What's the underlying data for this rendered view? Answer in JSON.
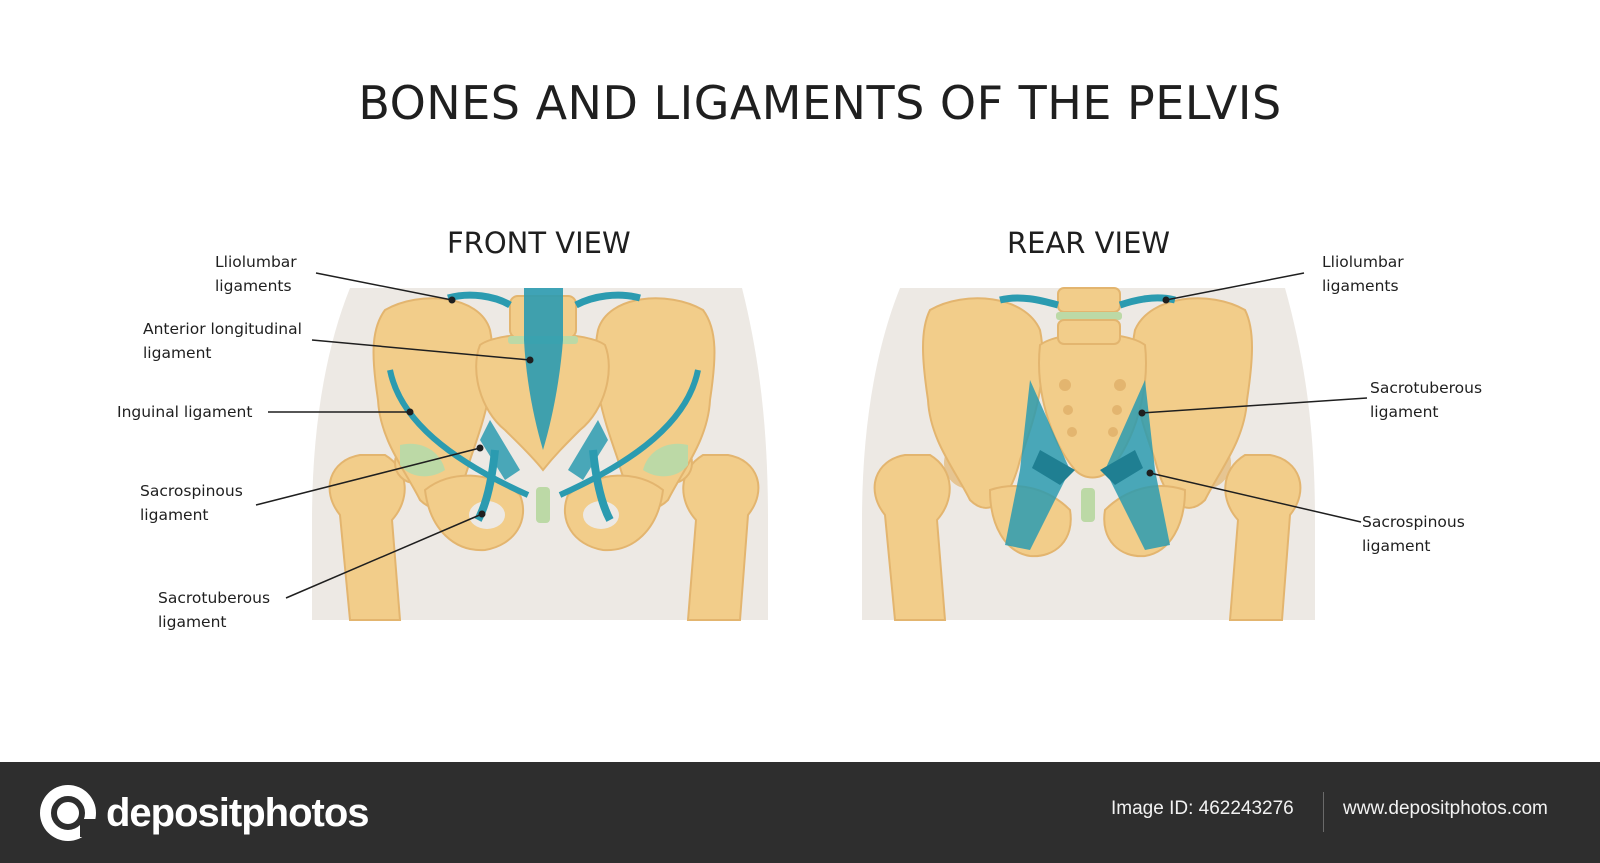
{
  "title": "BONES AND LIGAMENTS OF THE PELVIS",
  "front_view": {
    "heading": "FRONT VIEW",
    "labels": {
      "iliolumbar": [
        "Lliolumbar",
        "ligaments"
      ],
      "anterior_longitudinal": [
        "Anterior longitudinal",
        "ligament"
      ],
      "inguinal": [
        "Inguinal ligament"
      ],
      "sacrospinous": [
        "Sacrospinous",
        "ligament"
      ],
      "sacrotuberous": [
        "Sacrotuberous",
        "ligament"
      ]
    }
  },
  "rear_view": {
    "heading": "REAR VIEW",
    "labels": {
      "iliolumbar": [
        "Lliolumbar",
        "ligaments"
      ],
      "sacrotuberous": [
        "Sacrotuberous",
        "ligament"
      ],
      "sacrospinous": [
        "Sacrospinous",
        "ligament"
      ]
    }
  },
  "colors": {
    "bone": "#f2cd8a",
    "bone_shade": "#e3b56f",
    "ligament": "#2b9bb0",
    "cartilage": "#bcd9a6",
    "body_silhouette": "#ede9e4",
    "leader_line": "#1f1f1f",
    "footer_bg": "#2e2e2e"
  },
  "watermark": "depositphotos",
  "footer": {
    "logo_text": "depositphotos",
    "image_id": "Image ID: 462243276",
    "website": "www.depositphotos.com"
  }
}
